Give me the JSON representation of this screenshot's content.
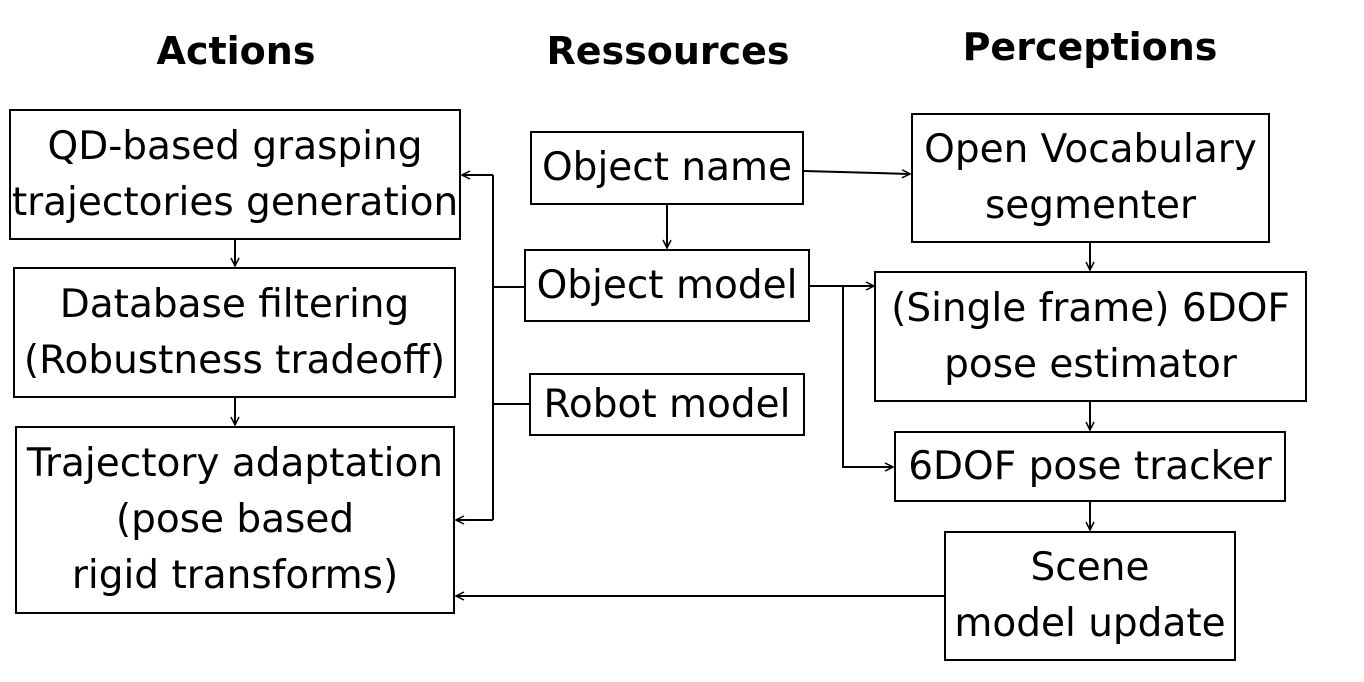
{
  "headers": {
    "actions": "Actions",
    "resources": "Ressources",
    "perceptions": "Perceptions"
  },
  "actions": {
    "qd_grasping": [
      "QD-based grasping",
      "trajectories generation"
    ],
    "db_filtering": [
      "Database filtering",
      "(Robustness tradeoff)"
    ],
    "traj_adaptation": [
      "Trajectory adaptation",
      "(pose based",
      "rigid transforms)"
    ]
  },
  "resources": {
    "object_name": [
      "Object name"
    ],
    "object_model": [
      "Object model"
    ],
    "robot_model": [
      "Robot model"
    ]
  },
  "perceptions": {
    "ov_segmenter": [
      "Open Vocabulary",
      "segmenter"
    ],
    "pose_estimator": [
      "(Single frame) 6DOF",
      "pose estimator"
    ],
    "pose_tracker": [
      "6DOF pose tracker"
    ],
    "scene_update": [
      "Scene",
      "model update"
    ]
  }
}
